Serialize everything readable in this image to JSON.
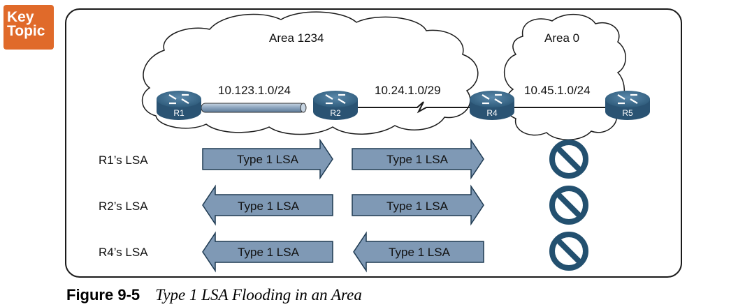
{
  "badge": {
    "line1": "Key",
    "line2": "Topic"
  },
  "areas": {
    "area1": "Area 1234",
    "area0": "Area 0"
  },
  "routers": [
    "R1",
    "R2",
    "R4",
    "R5"
  ],
  "links": {
    "r1_r2": "10.123.1.0/24",
    "r2_r4": "10.24.1.0/29",
    "r4_r5": "10.45.1.0/24"
  },
  "rows": [
    {
      "label": "R1’s LSA",
      "arrow1": "Type 1 LSA",
      "arrow2": "Type 1 LSA"
    },
    {
      "label": "R2’s LSA",
      "arrow1": "Type 1 LSA",
      "arrow2": "Type 1 LSA"
    },
    {
      "label": "R4’s LSA",
      "arrow1": "Type 1 LSA",
      "arrow2": "Type 1 LSA"
    }
  ],
  "caption": {
    "number": "Figure 9-5",
    "title": "Type 1 LSA Flooding in an Area"
  },
  "colors": {
    "arrow_fill": "#7f99b5",
    "router": "#2f5c7c",
    "blocked": "#23506f",
    "badge": "#e06a2a"
  }
}
